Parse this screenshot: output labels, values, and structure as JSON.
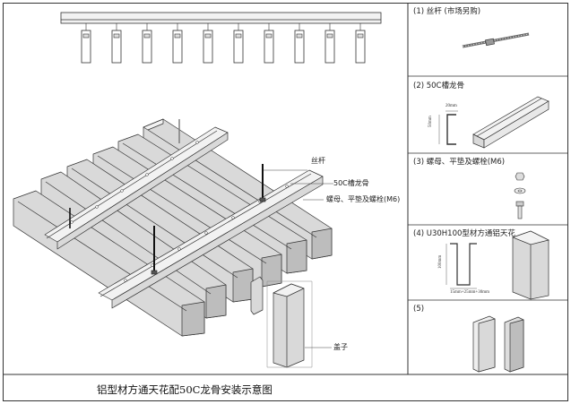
{
  "title": "铝型材方通天花配50C龙骨安装示意图",
  "main_labels": {
    "rod": "丝杆",
    "channel": "50C槽龙骨",
    "nut": "螺母、平垫及螺栓(M6)",
    "cap": "盖子"
  },
  "panels": [
    {
      "label": "(1) 丝杆 (市场另购)"
    },
    {
      "label": "(2) 50C槽龙骨",
      "dim_w": "20mm",
      "dim_h": "50mm"
    },
    {
      "label": "(3) 螺母、平垫及螺栓(M6)"
    },
    {
      "label": "(4) U30H100型材方通铝天花",
      "dim_h": "100mm",
      "dim_w": "15mm+25mm+30mm"
    },
    {
      "label": "(5)"
    }
  ],
  "colors": {
    "line": "#333333",
    "fill_light": "#f2f2f2",
    "fill_mid": "#d9d9d9",
    "fill_dark": "#bdbdbd"
  }
}
